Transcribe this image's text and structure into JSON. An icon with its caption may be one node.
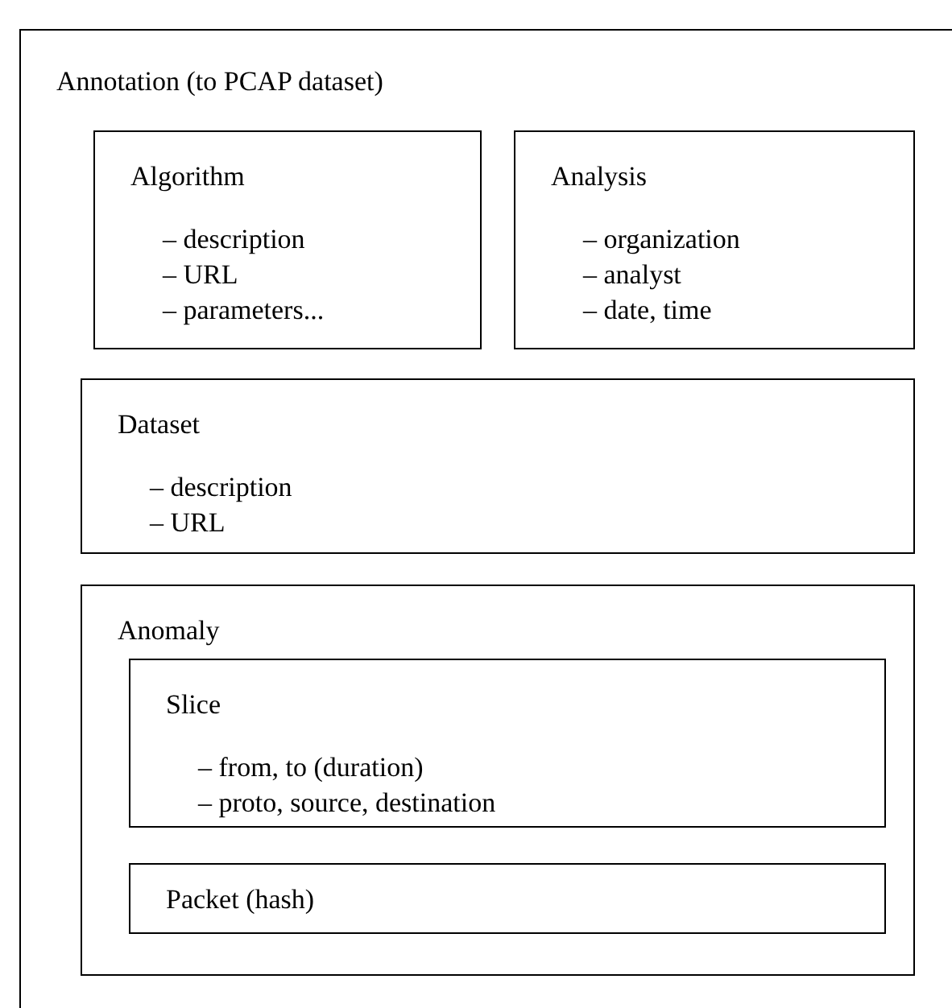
{
  "diagram": {
    "nodes": [
      {
        "text": [
          "Annotation (to PCAP dataset)"
        ]
      },
      {
        "text": [
          "Algorithm",
          "– description",
          "– URL",
          "– parameters..."
        ],
        "in": 0
      },
      {
        "text": [
          "Analysis",
          "– organization",
          "– analyst",
          "– date, time"
        ],
        "in": 0
      },
      {
        "text": [
          "Dataset",
          "– description",
          "– URL"
        ],
        "in": 0
      },
      {
        "text": [
          "Anomaly"
        ],
        "in": 0
      },
      {
        "text": [
          "Slice",
          "– from, to (duration)",
          "– proto, source, destination"
        ],
        "in": 4
      },
      {
        "text": [
          "Packet (hash)"
        ],
        "in": 4
      }
    ]
  }
}
